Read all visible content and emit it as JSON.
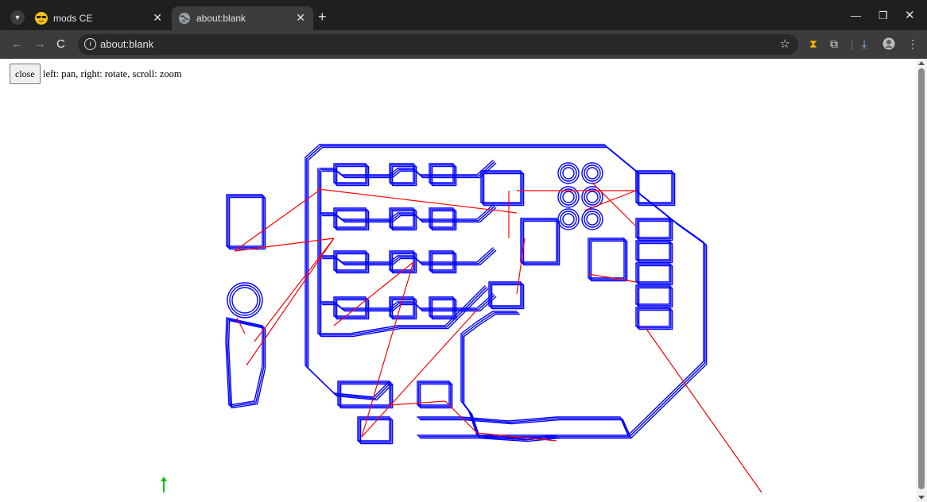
{
  "browser": {
    "tabs": [
      {
        "title": "mods CE",
        "active": false,
        "favicon": "sunglasses-emoji-icon"
      },
      {
        "title": "about:blank",
        "active": true,
        "favicon": "globe-icon"
      }
    ],
    "address": "about:blank",
    "colors": {
      "tabbar": "#1f1f1f",
      "toolbar": "#3c3c3c",
      "omnibox": "#282828"
    }
  },
  "page": {
    "close_label": "close",
    "hint": "left: pan, right: rotate, scroll: zoom"
  },
  "viewer": {
    "toolpath_color": "#0000ff",
    "move_color": "#ff0000",
    "axis_color": "#00c800"
  }
}
